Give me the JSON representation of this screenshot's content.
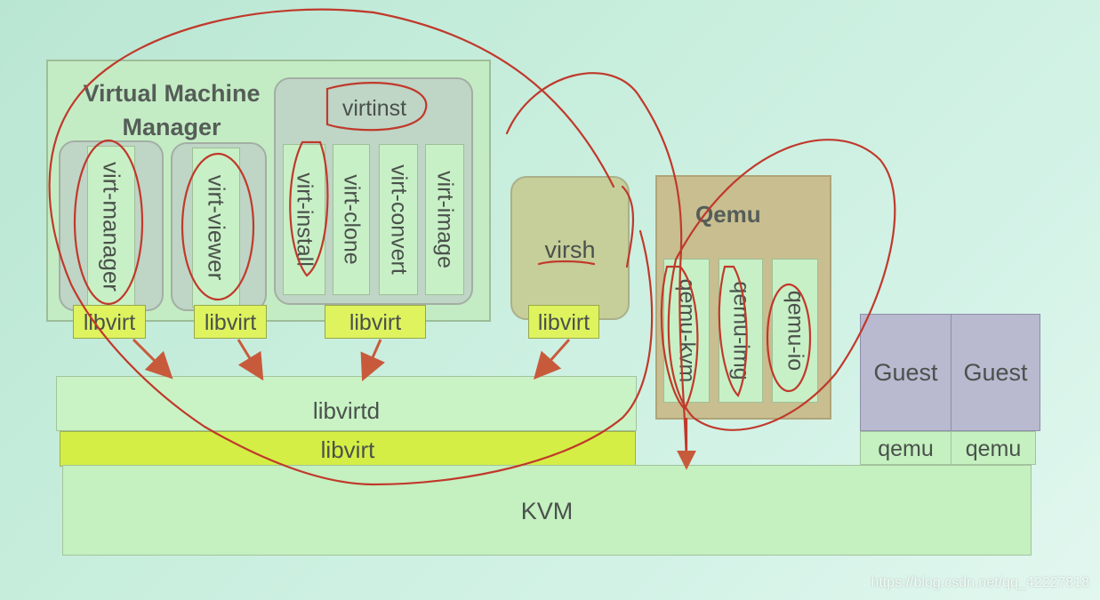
{
  "vmm": {
    "title_line1": "Virtual Machine",
    "title_line2": "Manager",
    "virt_manager": "virt-manager",
    "virt_viewer": "virt-viewer",
    "libvirt_a": "libvirt",
    "libvirt_b": "libvirt"
  },
  "virtinst": {
    "title": "virtinst",
    "tools": [
      "virt-install",
      "virt-clone",
      "virt-convert",
      "virt-image"
    ],
    "libvirt": "libvirt"
  },
  "virsh": {
    "label": "virsh",
    "libvirt": "libvirt"
  },
  "daemon": {
    "libvirtd": "libvirtd",
    "libvirt": "libvirt"
  },
  "qemu": {
    "title": "Qemu",
    "tools": [
      "qemu-kvm",
      "qemu-img",
      "qemu-io"
    ]
  },
  "guests": [
    {
      "label": "Guest",
      "runtime": "qemu"
    },
    {
      "label": "Guest",
      "runtime": "qemu"
    }
  ],
  "kvm": "KVM",
  "watermark": "https://blog.csdn.net/qq_42227818",
  "colors": {
    "background": "#c8eedd",
    "panel": "#c4ecc4",
    "libvirt_yellow": "#d4ee45",
    "qemu_tan": "#c8be90",
    "guest_purple": "#b9b9cf",
    "virsh_olive": "#c6cf99",
    "ink_red": "#c0392b",
    "arrow": "#c85a3c"
  }
}
